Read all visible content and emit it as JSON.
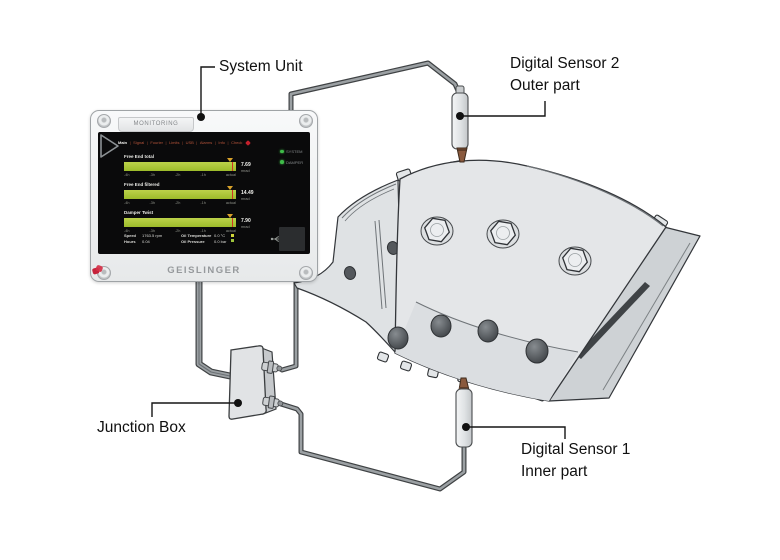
{
  "labels": {
    "system_unit": "System Unit",
    "digital_sensor_2": [
      "Digital Sensor 2",
      "Outer part"
    ],
    "digital_sensor_1": [
      "Digital Sensor 1",
      "Inner part"
    ],
    "junction_box": "Junction Box"
  },
  "unit": {
    "badge": "MONITORING",
    "brand": "GEISLINGER",
    "menu": {
      "separator": "|",
      "items": [
        "Main",
        "Signal",
        "Fourier",
        "Limits",
        "USB",
        "Alarms",
        "Info",
        "Check"
      ]
    },
    "leds": {
      "system": "SYSTEM",
      "damper": "DAMPER"
    },
    "charts": [
      {
        "title": "Free End total",
        "value": "7.69",
        "unit_label": "mrad",
        "ticks": [
          "-4h",
          "-3h",
          "-2h",
          "-1h",
          "actual"
        ]
      },
      {
        "title": "Free End filtered",
        "value": "14.49",
        "unit_label": "mrad",
        "ticks": [
          "-4h",
          "-3h",
          "-2h",
          "-1h",
          "actual"
        ]
      },
      {
        "title": "Damper Twist",
        "value": "7.90",
        "unit_label": "mrad",
        "ticks": [
          "-4h",
          "-3h",
          "-2h",
          "-1h",
          "actual"
        ]
      }
    ],
    "status": {
      "speed_label": "Speed",
      "speed_value": "1763.5 rpm",
      "hours_label": "Hours",
      "hours_value": "0.04",
      "oil_temp_label": "Oil Temperature",
      "oil_temp_value": "0.0 °C",
      "oil_press_label": "Oil Pressure",
      "oil_press_value": "0.0 bar"
    }
  },
  "colors": {
    "bar_green": "#a6c234",
    "accent_red": "#c3202c",
    "led_green": "#3fbb49"
  }
}
